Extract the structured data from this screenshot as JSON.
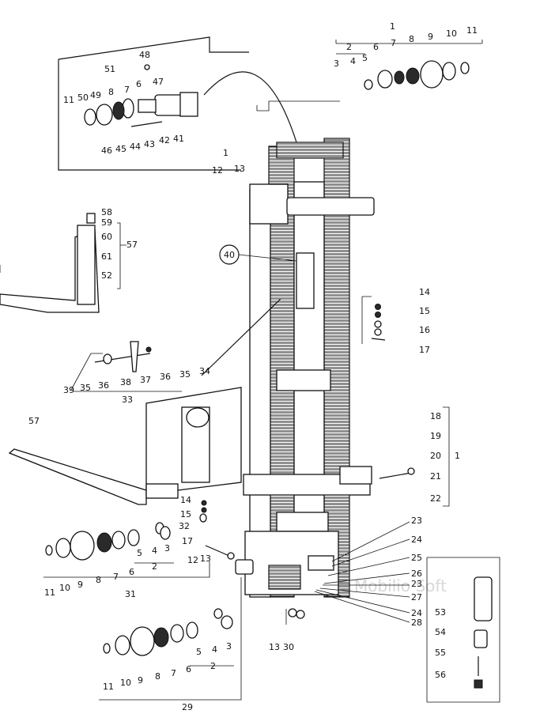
{
  "watermark": "Mobilio Soft",
  "labels": {
    "l1_top": "1",
    "l2_top": "2",
    "l3_top": "3",
    "l4_top": "4",
    "l5_top": "5",
    "l6_top": "6",
    "l7_top": "7",
    "l8_top": "8",
    "l9_top": "9",
    "l10_top": "10",
    "l11_top": "11",
    "l51": "51",
    "l48": "48",
    "l47": "47",
    "l11_inset": "11",
    "l50": "50",
    "l49": "49",
    "l8_inset": "8",
    "l7_inset": "7",
    "l6_inset": "6",
    "l46": "46",
    "l45": "45",
    "l44": "44",
    "l43": "43",
    "l42": "42",
    "l41": "41",
    "l1_mid": "1",
    "l12_mid": "12",
    "l13_mid": "13",
    "l58": "58",
    "l59": "59",
    "l60": "60",
    "l61": "61",
    "l52": "52",
    "l57_top": "57",
    "l40": "40",
    "l14_r": "14",
    "l15_r": "15",
    "l16_r": "16",
    "l17_r": "17",
    "l39": "39",
    "l35a": "35",
    "l36a": "36",
    "l38": "38",
    "l37": "37",
    "l36b": "36",
    "l35b": "35",
    "l34": "34",
    "l33": "33",
    "l57_bot": "57",
    "l18": "18",
    "l19": "19",
    "l20": "20",
    "l1_right": "1",
    "l21": "21",
    "l22": "22",
    "l14_c": "14",
    "l15_c": "15",
    "l32": "32",
    "l17_c": "17",
    "l5_c": "5",
    "l4_c": "4",
    "l3_c": "3",
    "l6_c": "6",
    "l2_c": "2",
    "l11_l": "11",
    "l10_l": "10",
    "l9_l": "9",
    "l8_l": "8",
    "l7_l": "7",
    "l31": "31",
    "l12_c": "12",
    "l13_c": "13",
    "l23a": "23",
    "l24a": "24",
    "l25": "25",
    "l26": "26",
    "l23b": "23",
    "l27": "27",
    "l24b": "24",
    "l28": "28",
    "l53": "53",
    "l54": "54",
    "l55": "55",
    "l56": "56",
    "l13_b": "13",
    "l30": "30",
    "l5_b": "5",
    "l4_b": "4",
    "l3_b": "3",
    "l2_b": "2",
    "l11_b": "11",
    "l10_b": "10",
    "l9_b": "9",
    "l8_b": "8",
    "l7_b": "7",
    "l6_b": "6",
    "l29": "29"
  }
}
